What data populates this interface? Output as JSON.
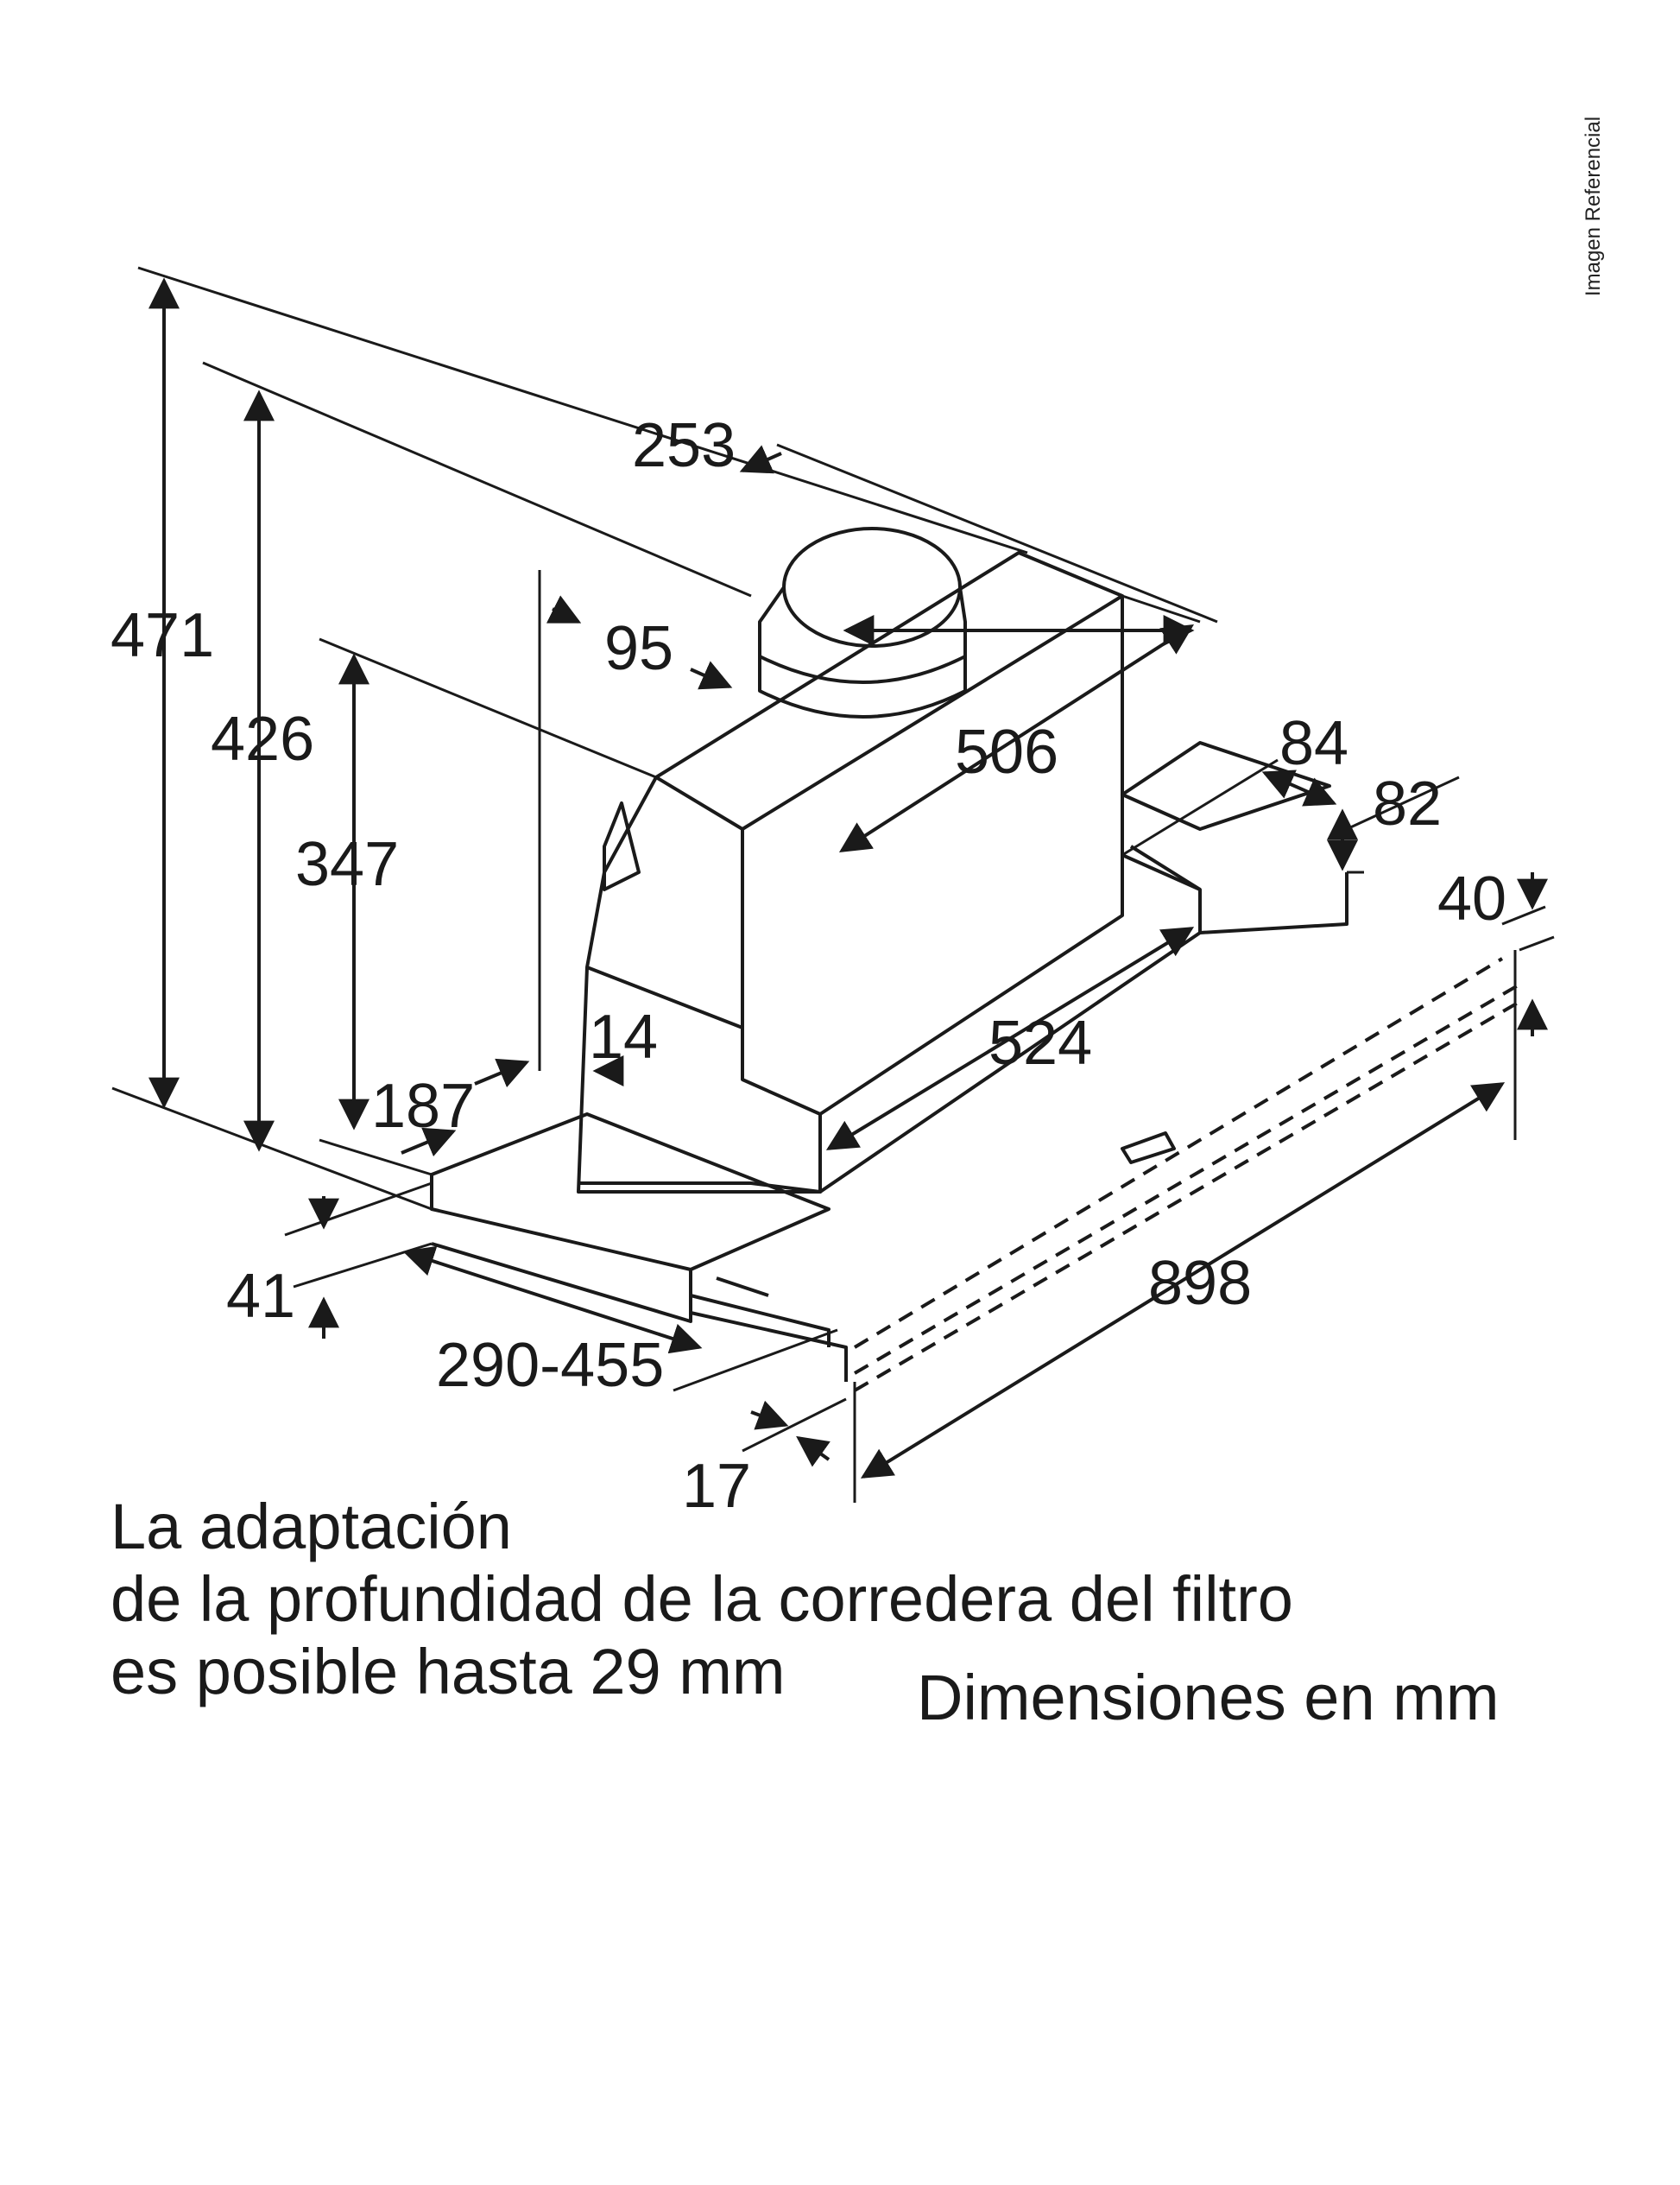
{
  "watermark": "Imagen Referencial",
  "dimensions": {
    "d471": "471",
    "d426": "426",
    "d347": "347",
    "d253": "253",
    "d95": "95",
    "d506": "506",
    "d84": "84",
    "d82": "82",
    "d40": "40",
    "d14": "14",
    "d524": "524",
    "d187": "187",
    "d41": "41",
    "d290_455": "290-455",
    "d898": "898",
    "d17": "17"
  },
  "notes": {
    "line1": "La adaptación",
    "line2": "de la profundidad de la corredera del filtro",
    "line3": "es posible hasta 29 mm",
    "units": "Dimensiones en mm"
  }
}
